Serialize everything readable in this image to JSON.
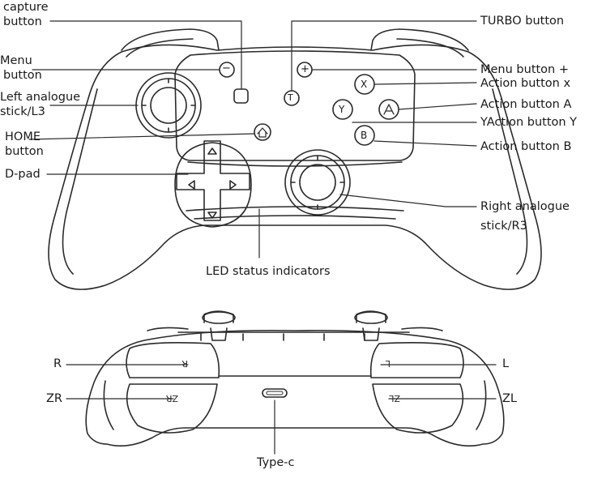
{
  "labels": {
    "capture_1": "capture",
    "capture_2": "button",
    "menu_minus_1": "Menu",
    "menu_minus_2": "button",
    "left_stick_1": "Left analogue",
    "left_stick_2": "stick/L3",
    "home_1": "HOME",
    "home_2": "button",
    "dpad": "D-pad",
    "turbo": "TURBO button",
    "menu_plus": "Menu button +",
    "action_x": "Action button x",
    "action_a": "Action button A",
    "action_y": "YAction button Y",
    "action_b": "Action button B",
    "right_stick_1": "Right analogue",
    "right_stick_2": "stick/R3",
    "led": "LED status indicators",
    "r": "R",
    "zr": "ZR",
    "l": "L",
    "zl": "ZL",
    "typec": "Type-c"
  },
  "glyphs": {
    "minus": "−",
    "plus": "+",
    "x": "X",
    "y": "Y",
    "b": "B",
    "t": "T"
  },
  "colors": {
    "stroke": "#2a2a2a",
    "label": "#1a1a1a"
  }
}
